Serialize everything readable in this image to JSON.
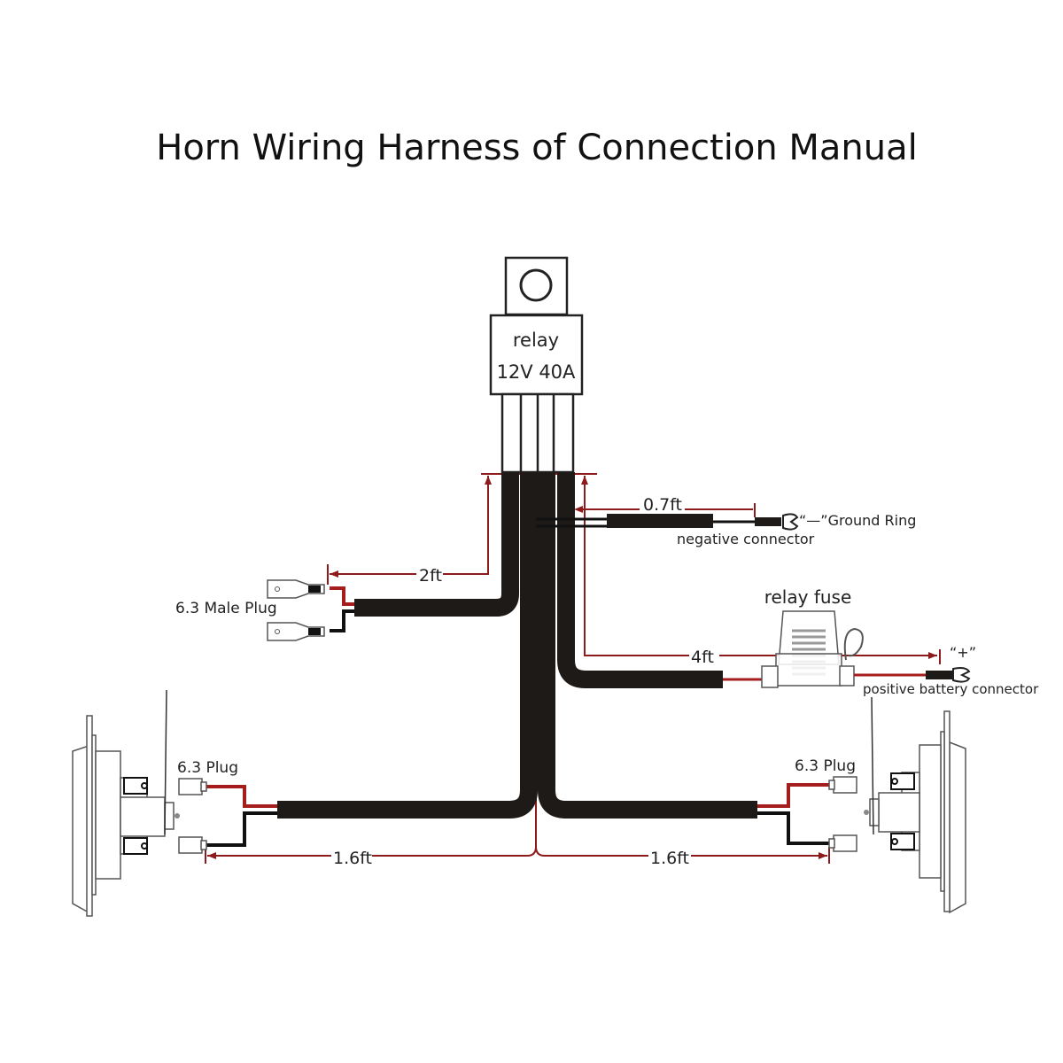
{
  "title": "Horn Wiring Harness of Connection Manual",
  "relay": {
    "label": "relay",
    "rating": "12V 40A"
  },
  "connectors": {
    "male_plug": "6.3 Male Plug",
    "left_horn_plug": "6.3 Plug",
    "right_horn_plug": "6.3 Plug",
    "ground_ring": "“—”Ground Ring",
    "negative_connector": "negative connector",
    "relay_fuse": "relay fuse",
    "positive_symbol": "“+”",
    "positive_battery_connector": "positive battery connector"
  },
  "lengths": {
    "switch_lead": "2ft",
    "ground_lead": "0.7ft",
    "battery_lead": "4ft",
    "left_horn_lead": "1.6ft",
    "right_horn_lead": "1.6ft"
  },
  "colors": {
    "cable": "#1e1a18",
    "dimension": "#8e1b1b",
    "positive_wire": "#a51d1d"
  }
}
